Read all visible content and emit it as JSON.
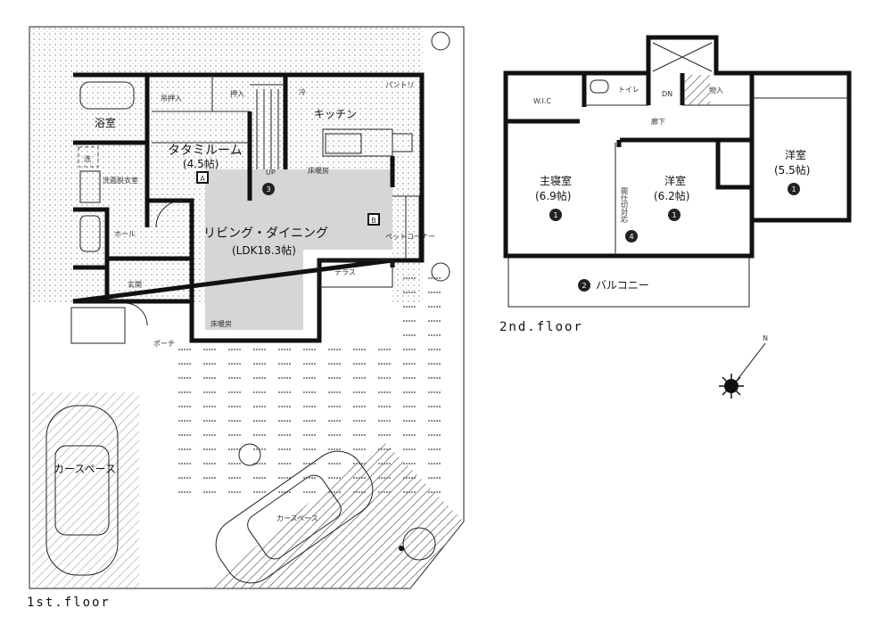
{
  "first_floor": {
    "caption": "1st.floor",
    "rooms": {
      "bath": "浴室",
      "upper_closet": "吊押入",
      "closet": "押入",
      "fridge": "冷",
      "pantry": "パントリ",
      "kitchen": "キッチン",
      "tatami": "タタミルーム",
      "tatami_size": "(4.5帖)",
      "washer": "洗",
      "washroom": "洗面脱衣室",
      "hall": "ホール",
      "living": "リビング・ダイニング",
      "living_size": "(LDK18.3帖)",
      "terrace": "テラス",
      "entrance": "玄関",
      "porch": "ポーチ",
      "floor_heating": "床暖房",
      "pet_corner": "ペットコーナー",
      "carport_left": "カースペース",
      "carport_right": "カースペース",
      "stairs_up": "UP"
    },
    "markers": [
      "A",
      "B",
      "3"
    ]
  },
  "second_floor": {
    "caption": "2nd.floor",
    "rooms": {
      "wic": "W.I.C",
      "toilet": "トイレ",
      "stairs_down": "DN",
      "storage": "物入",
      "corridor": "廊下",
      "master": "主寝室",
      "master_size": "(6.9帖)",
      "western1": "洋室",
      "western1_size": "(6.2帖)",
      "western2": "洋室",
      "western2_size": "(5.5帖)",
      "partition": "間仕切対応",
      "balcony": "バルコニー"
    },
    "markers": [
      "1",
      "1",
      "1",
      "4",
      "2"
    ]
  },
  "compass": {
    "north": "N",
    "icon": "compass-rose-icon"
  },
  "colors": {
    "floor_heating": "#d6d6d6",
    "walls": "#111111"
  }
}
